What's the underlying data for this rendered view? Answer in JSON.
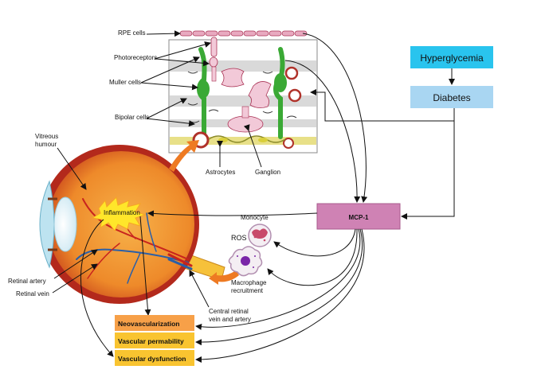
{
  "labels": {
    "rpe_cells": "RPE cells",
    "photoreceptors": "Photoreceptors",
    "muller_cells": "Muller cells",
    "bipolar_cells": "Bipolar cells",
    "astrocytes": "Astrocytes",
    "ganglion": "Ganglion",
    "vitreous_line1": "Vitreous",
    "vitreous_line2": "humour",
    "inflammation": "Inflammation",
    "ros": "ROS",
    "monocyte": "Monocyte",
    "macrophage_line1": "Macrophage",
    "macrophage_line2": "recruitment",
    "retinal_artery": "Retinal artery",
    "retinal_vein": "Retinal vein",
    "central_line1": "Central retinal",
    "central_line2": "vein and artery",
    "hyperglycemia": "Hyperglycemia",
    "diabetes": "Diabetes",
    "mcp1": "MCP-1"
  },
  "outcomes": [
    "Neovascularization",
    "Vascular permability",
    "Vascular dysfunction"
  ],
  "colors": {
    "hyperglycemia_box": "#29c4ee",
    "diabetes_box": "#a9d6f2",
    "mcp1_box": "#cf82b4",
    "outcome_1": "#f7a048",
    "outcome_2": "#f9c430",
    "outcome_3": "#f9c430",
    "muller": "#3aa935",
    "rpe": "#e8aac0",
    "highlight_arrow": "#ee7a22"
  }
}
